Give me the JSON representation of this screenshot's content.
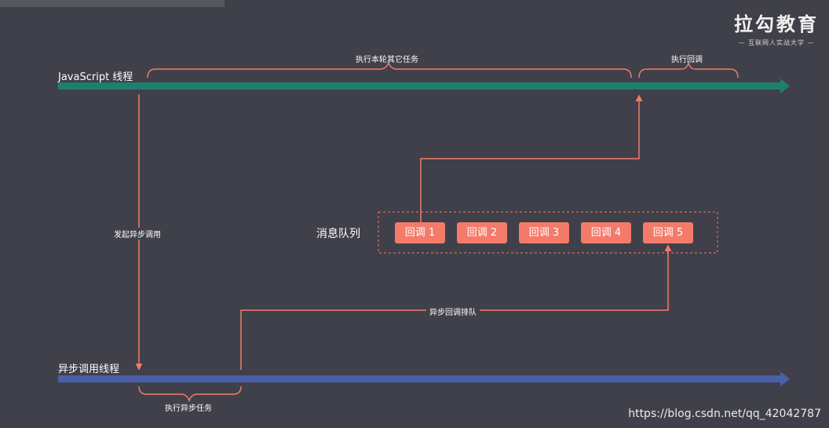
{
  "logo": {
    "title": "拉勾教育",
    "subtitle": "— 互联网人实战大学 —"
  },
  "tracks": {
    "js_thread": "JavaScript 线程",
    "async_thread": "异步调用线程"
  },
  "labels": {
    "run_other_tasks": "执行本轮其它任务",
    "run_callback": "执行回调",
    "start_async_call": "发起异步调用",
    "run_async_task": "执行异步任务",
    "callback_enqueue": "异步回调排队"
  },
  "queue": {
    "label": "消息队列",
    "callbacks": [
      "回调 1",
      "回调 2",
      "回调 3",
      "回调 4",
      "回调 5"
    ]
  },
  "colors": {
    "background": "#3f4049",
    "js_track": "#1f7f6e",
    "async_track": "#4a5fa8",
    "accent": "#f47a6a"
  },
  "watermark": "https://blog.csdn.net/qq_42042787"
}
